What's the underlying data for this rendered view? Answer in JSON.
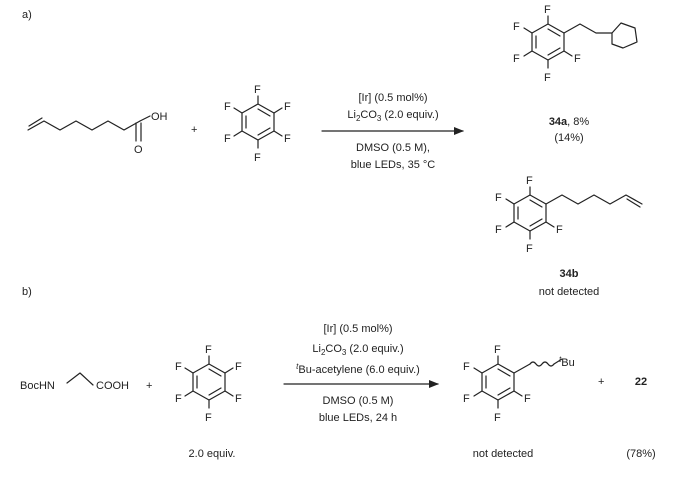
{
  "part_a": {
    "label": "a)",
    "conditions": {
      "cat": "[Ir] (0.5 mol%)",
      "base_prefix": "Li",
      "base_sub1": "2",
      "base_mid": "CO",
      "base_sub2": "3",
      "base_suffix": " (2.0 equiv.)",
      "solvent": "DMSO (0.5 M),",
      "light": "blue LEDs, 35 °C"
    },
    "product_34a": {
      "id": "34a",
      "yield": ", 8%",
      "yield2": "(14%)"
    },
    "product_34b": {
      "id": "34b",
      "note": "not detected"
    },
    "plus": "+"
  },
  "part_b": {
    "label": "b)",
    "reactant": {
      "boc": "BocHN",
      "acid": "COOH"
    },
    "pfb_equiv": "2.0 equiv.",
    "conditions": {
      "cat": "[Ir] (0.5 mol%)",
      "base_prefix": "Li",
      "base_sub1": "2",
      "base_mid": "CO",
      "base_sub2": "3",
      "base_suffix": " (2.0 equiv.)",
      "alkyne_sup": "t",
      "alkyne": "Bu-acetylene (6.0 equiv.)",
      "solvent": "DMSO (0.5 M)",
      "light": "blue LEDs, 24 h"
    },
    "product": {
      "tbu_sup": "t",
      "tbu": "Bu",
      "note": "not detected"
    },
    "plus": "+",
    "byproduct": {
      "id": "22",
      "yield": "(78%)"
    }
  },
  "atoms": {
    "F": "F",
    "OH": "OH",
    "O": "O"
  }
}
